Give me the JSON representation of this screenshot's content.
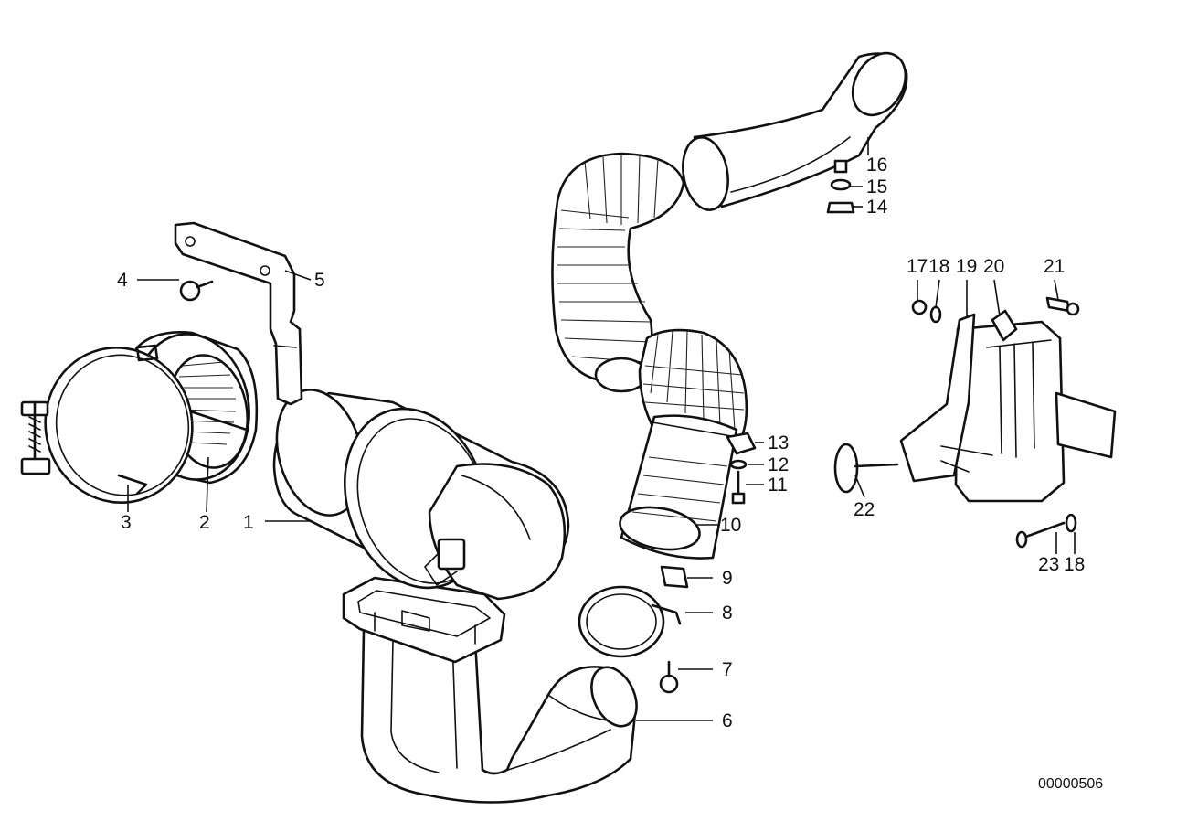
{
  "diagram": {
    "callouts": [
      {
        "id": "c1",
        "label": "1"
      },
      {
        "id": "c2",
        "label": "2"
      },
      {
        "id": "c3",
        "label": "3"
      },
      {
        "id": "c4",
        "label": "4"
      },
      {
        "id": "c5",
        "label": "5"
      },
      {
        "id": "c6",
        "label": "6"
      },
      {
        "id": "c7",
        "label": "7"
      },
      {
        "id": "c8",
        "label": "8"
      },
      {
        "id": "c9",
        "label": "9"
      },
      {
        "id": "c10",
        "label": "10"
      },
      {
        "id": "c11",
        "label": "11"
      },
      {
        "id": "c12",
        "label": "12"
      },
      {
        "id": "c13",
        "label": "13"
      },
      {
        "id": "c14",
        "label": "14"
      },
      {
        "id": "c15",
        "label": "15"
      },
      {
        "id": "c16",
        "label": "16"
      },
      {
        "id": "c17",
        "label": "17"
      },
      {
        "id": "c18a",
        "label": "18"
      },
      {
        "id": "c19",
        "label": "19"
      },
      {
        "id": "c20",
        "label": "20"
      },
      {
        "id": "c21",
        "label": "21"
      },
      {
        "id": "c22",
        "label": "22"
      },
      {
        "id": "c23",
        "label": "23"
      },
      {
        "id": "c18b",
        "label": "18"
      }
    ],
    "document_number": "00000506"
  }
}
